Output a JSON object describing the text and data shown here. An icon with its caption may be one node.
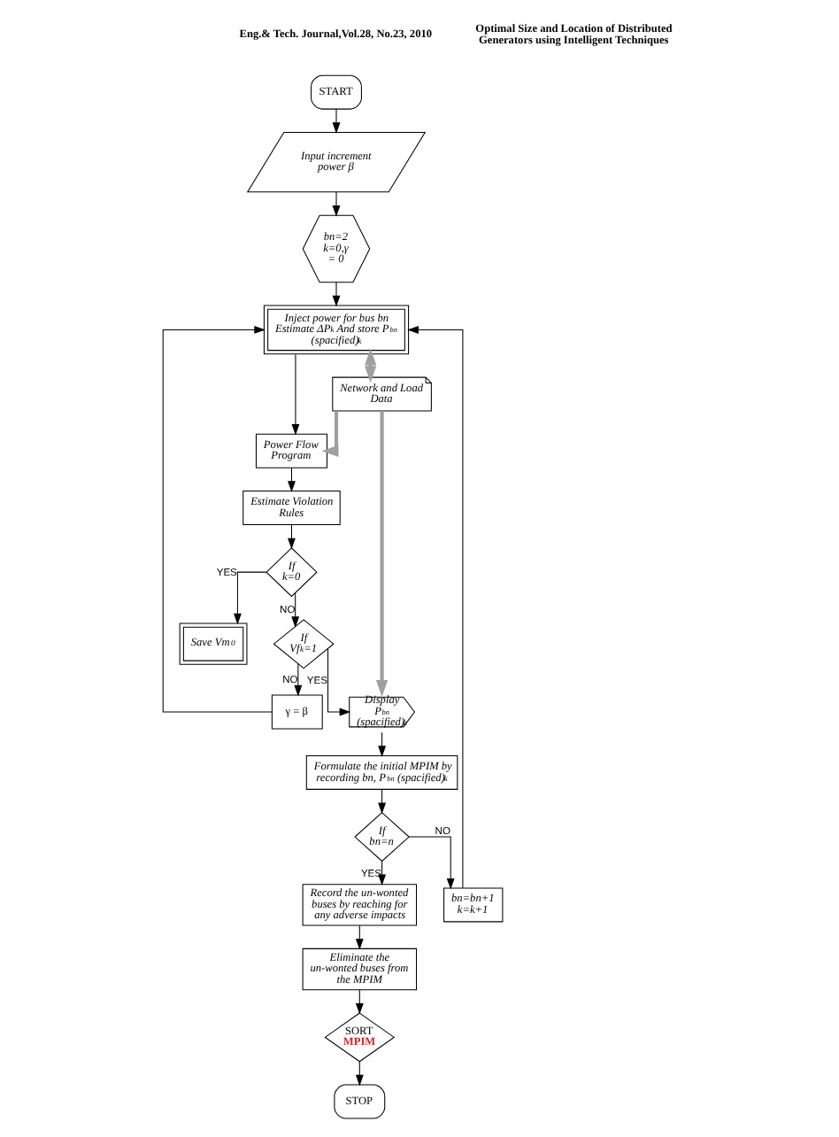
{
  "diagram": {
    "nodes": [
      {
        "text": [
          "START"
        ]
      },
      {
        "text": [
          "Input increment power β"
        ]
      },
      {
        "text": [
          "bn=2 k=0,γ = 0"
        ]
      },
      {
        "text": [
          "Inject power for bus bn Estimate ΔP$^{k}$ And store P$_{bn}$ (spacified)$^{k}$"
        ]
      },
      {
        "text": [
          "Network and Load Data"
        ]
      },
      {
        "text": [
          "Power Flow Program"
        ]
      },
      {
        "text": [
          "Estimate Violation Rules"
        ]
      },
      {
        "text": [
          "If k=0"
        ]
      },
      {
        "text": [
          "Save Vm$^{0}$"
        ]
      },
      {
        "text": [
          "If Vf$^{k}$=1"
        ]
      },
      {
        "text": [
          "γ = β"
        ]
      },
      {
        "text": [
          "Display P$_{bn}$ (spacified)$^{k}$"
        ]
      },
      {
        "text": [
          "Formulate the initial MPIM by recording bn, P$_{bn}$ (spacified)$^{k}$"
        ]
      },
      {
        "text": [
          "If bn=n"
        ]
      },
      {
        "text": [
          "Record the un-wonted buses by reaching for any adverse impacts"
        ]
      },
      {
        "text": [
          "bn=bn+1 k=k+1"
        ]
      },
      {
        "text": [
          "Eliminate the un-wonted buses from the MPIM"
        ]
      },
      {
        "text": [
          "SORT",
          "MPIM"
        ]
      },
      {
        "text": [
          "STOP"
        ]
      }
    ],
    "edges": [
      {
        "from": 0,
        "to": 1,
        "arrow": "to"
      },
      {
        "from": 1,
        "to": 2,
        "arrow": "to"
      },
      {
        "from": 2,
        "to": 3,
        "arrow": "to"
      },
      {
        "from": 3,
        "to": 4,
        "arrow": "both",
        "style": "thick",
        "color": "#a0a0a0"
      },
      {
        "from": 3,
        "to": 5,
        "arrow": "to"
      },
      {
        "from": 4,
        "to": 5,
        "arrow": "to",
        "style": "thick",
        "color": "#a0a0a0"
      },
      {
        "from": 5,
        "to": 6,
        "arrow": "to"
      },
      {
        "from": 6,
        "to": 7,
        "arrow": "to"
      },
      {
        "from": 7,
        "to": 8,
        "arrow": "to",
        "label": "YES"
      },
      {
        "from": 7,
        "to": 9,
        "arrow": "to",
        "label": "NO"
      },
      {
        "from": 9,
        "to": 11,
        "arrow": "to",
        "label": "YES"
      },
      {
        "from": 9,
        "to": 10,
        "arrow": "to",
        "label": "NO"
      },
      {
        "from": 10,
        "to": 3,
        "arrow": "to"
      },
      {
        "from": 4,
        "to": 11,
        "arrow": "to",
        "style": "thick",
        "color": "#a0a0a0"
      },
      {
        "from": 11,
        "to": 12,
        "arrow": "to"
      },
      {
        "from": 12,
        "to": 13,
        "arrow": "to"
      },
      {
        "from": 13,
        "to": 14,
        "arrow": "to",
        "label": "YES"
      },
      {
        "from": 13,
        "to": 15,
        "arrow": "to",
        "label": "NO"
      },
      {
        "from": 15,
        "to": 3,
        "arrow": "to"
      },
      {
        "from": 14,
        "to": 16,
        "arrow": "to"
      },
      {
        "from": 16,
        "to": 17,
        "arrow": "to"
      },
      {
        "from": 17,
        "to": 18,
        "arrow": "to"
      }
    ],
    "labels": [
      "Eng.& Tech. Journal,Vol.28, No.23, 2010",
      "Optimal Size and Location of Distributed Generators using Intelligent Techniques"
    ]
  }
}
